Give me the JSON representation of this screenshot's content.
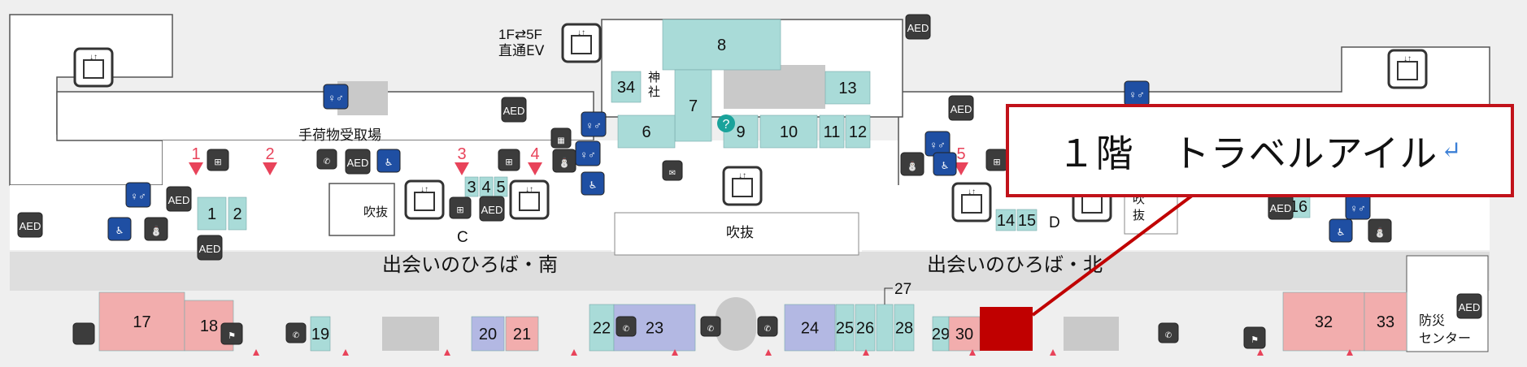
{
  "floor_guide": {
    "callout": {
      "text": "１階　トラベルアイル",
      "mark": "↵"
    },
    "plazas": {
      "south": "出会いのひろば・南",
      "north": "出会いのひろば・北"
    },
    "labels": {
      "baggage_claim": "手荷物受取場",
      "direct_ev_line1": "1F⇄5F",
      "direct_ev_line2": "直通EV",
      "void": "吹抜",
      "void_vertical": "吹\n抜",
      "disaster_line1": "防災",
      "disaster_line2": "センター",
      "shrine_line1": "神",
      "shrine_line2": "社",
      "aed": "AED",
      "zone_c": "C",
      "zone_d": "D"
    },
    "exits": [
      "1",
      "2",
      "3",
      "4",
      "5"
    ],
    "shops": [
      "1",
      "2",
      "3",
      "4",
      "5",
      "6",
      "7",
      "8",
      "9",
      "10",
      "11",
      "12",
      "13",
      "14",
      "15",
      "16",
      "17",
      "18",
      "19",
      "20",
      "21",
      "22",
      "23",
      "24",
      "25",
      "26",
      "27",
      "28",
      "29",
      "30",
      "32",
      "33",
      "34"
    ],
    "colors": {
      "teal": "#a9dbd8",
      "pink": "#f2adad",
      "lavender": "#b3b8e3",
      "gray": "#c9c9c9",
      "highlight": "#c00000",
      "exit_red": "#e8435a",
      "icon_dark": "#3c3c3c",
      "icon_blue": "#1f4fa3"
    }
  }
}
